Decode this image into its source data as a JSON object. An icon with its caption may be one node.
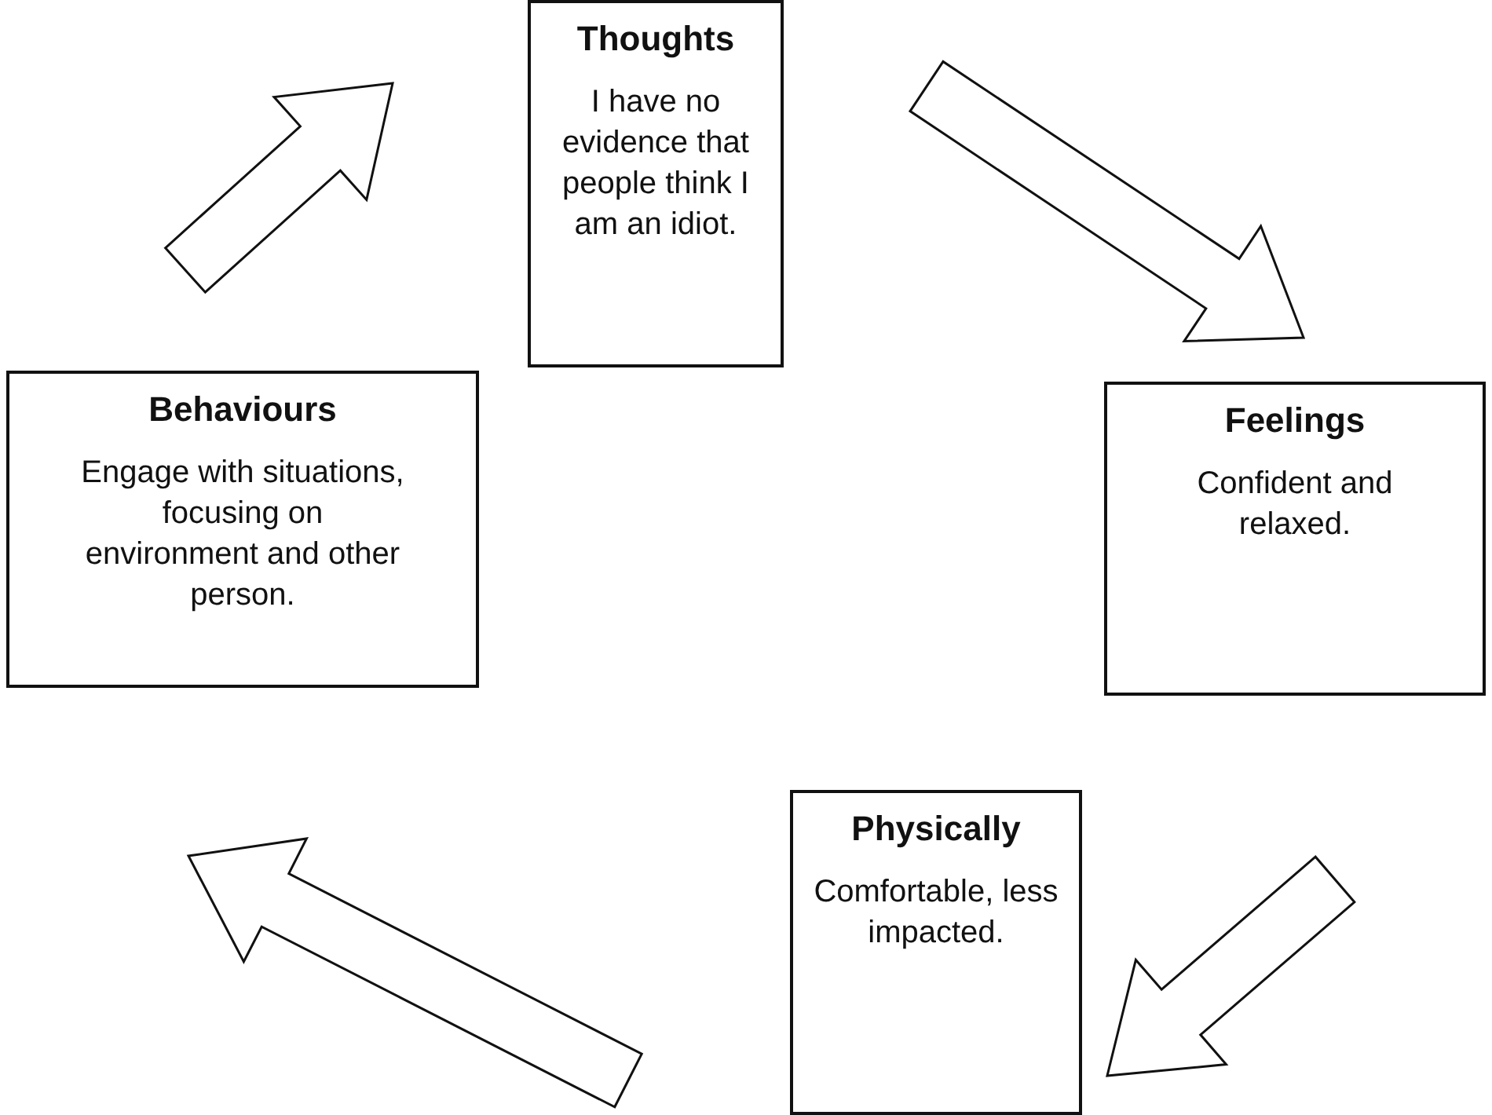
{
  "diagram": {
    "nodes": [
      {
        "text": [
          "Thoughts",
          "I have no evidence that people think I am an idiot."
        ]
      },
      {
        "text": [
          "Feelings",
          "Confident and relaxed."
        ]
      },
      {
        "text": [
          "Physically",
          "Comfortable, less impacted."
        ]
      },
      {
        "text": [
          "Behaviours",
          "Engage with situations, focusing on environment and other person."
        ]
      }
    ],
    "edges": [
      {
        "from": 0,
        "to": 1,
        "arrow": "to"
      },
      {
        "from": 1,
        "to": 2,
        "arrow": "to"
      },
      {
        "from": 2,
        "to": 3,
        "arrow": "to"
      },
      {
        "from": 3,
        "to": 0,
        "arrow": "to"
      }
    ]
  }
}
